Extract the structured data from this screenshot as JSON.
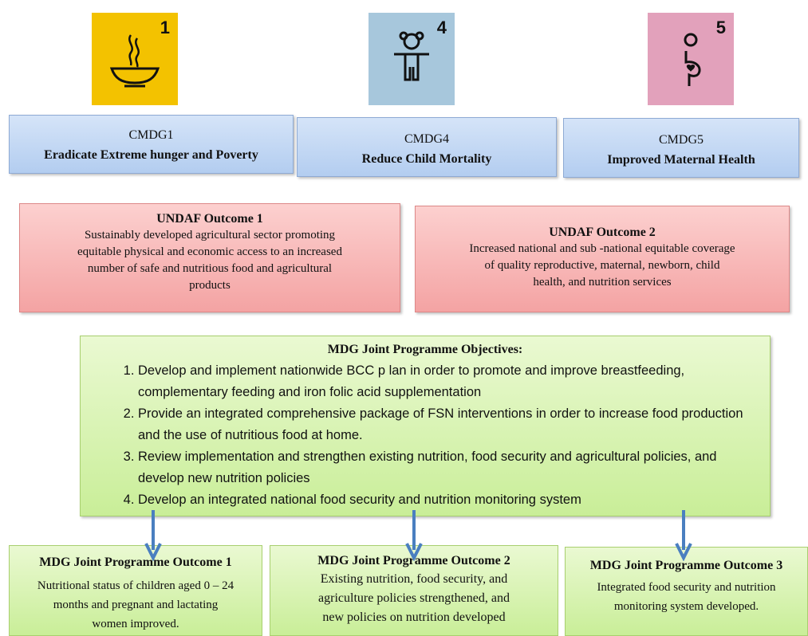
{
  "icons": [
    {
      "name": "bowl-icon",
      "number": "1",
      "color": "#f3c200"
    },
    {
      "name": "child-icon",
      "number": "4",
      "color": "#a7c7dc"
    },
    {
      "name": "pregnant-woman-icon",
      "number": "5",
      "color": "#e2a1bb"
    }
  ],
  "cmdg": [
    {
      "code": "CMDG1",
      "goal": "Eradicate Extreme hunger and Poverty"
    },
    {
      "code": "CMDG4",
      "goal": "Reduce Child Mortality"
    },
    {
      "code": "CMDG5",
      "goal": "Improved Maternal Health"
    }
  ],
  "undaf": [
    {
      "title": "UNDAF Outcome  1",
      "lines": [
        "Sustainably developed agricultural sector promoting",
        "equitable physical and economic access to an increased",
        "number of safe and nutritious food and agricultural",
        "products"
      ]
    },
    {
      "title": "UNDAF Outcome  2",
      "lines": [
        "Increased national and sub   -national equitable coverage",
        "of quality reproductive,    maternal, newborn,    child",
        "health, and nutrition services"
      ]
    }
  ],
  "objectives": {
    "title": "MDG Joint Programme Objectives:",
    "items": [
      "Develop and implement nationwide BCC p lan in order to promote and improve breastfeeding, complementary feeding and iron folic acid supplementation",
      "Provide an integrated comprehensive package of FSN interventions in order to increase food production and the use of nutritious food at home.",
      "Review implementation and strengthen existing nutrition, food security and agricultural policies, and develop new nutrition policies",
      "Develop an integrated national food security and nutrition monitoring system"
    ]
  },
  "outcomes": [
    {
      "title": "MDG Joint Programme Outcome 1",
      "lines": [
        "Nutritional  status of children aged 0 – 24",
        "months  and pregnant and lactating",
        "women improved."
      ]
    },
    {
      "title": "MDG Joint Programme Outcome 2",
      "lines": [
        "Existing nutrition, food security, and",
        "agriculture policies strengthened, and",
        "new policies on nutrition developed"
      ]
    },
    {
      "title": "MDG Joint Programme Outcome 3",
      "lines": [
        "Integrated food security and nutrition",
        "monitoring  system developed."
      ]
    }
  ],
  "colors": {
    "arrow": "#4a7fc0"
  }
}
